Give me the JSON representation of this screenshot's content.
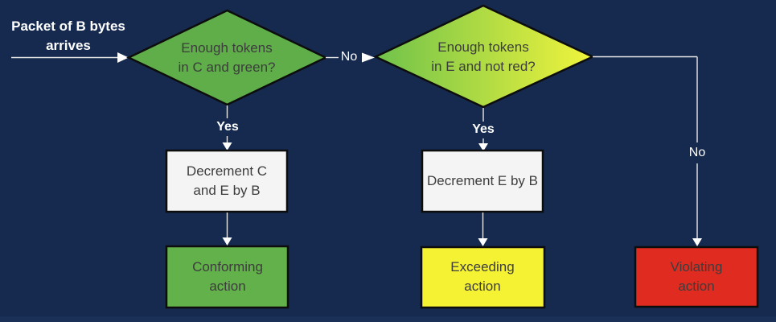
{
  "colors": {
    "background": "#152a4e",
    "line": "#e8e8e8",
    "shape_border": "#0d0d0d",
    "shape_text": "#3d3d3d",
    "label_text": "#ffffff",
    "diamond1_green": "#5fae4a",
    "diamond2_gradient_left": "#6fc24b",
    "diamond2_gradient_right": "#f1f43c",
    "process_box": "#f4f4f4",
    "conforming_green": "#63b14b",
    "exceeding_yellow": "#f5f233",
    "violating_red": "#e02b20"
  },
  "start_label": "Packet of B bytes\narrives",
  "decisions": [
    "Enough tokens\nin C and green?",
    "Enough tokens\nin E and not red?"
  ],
  "branch_labels": {
    "yes1": "Yes",
    "yes2": "Yes",
    "no1": "No",
    "no2": "No"
  },
  "process_boxes": [
    "Decrement C\nand E by B",
    "Decrement E by B"
  ],
  "action_boxes": [
    "Conforming\naction",
    "Exceeding\naction",
    "Violating\naction"
  ]
}
